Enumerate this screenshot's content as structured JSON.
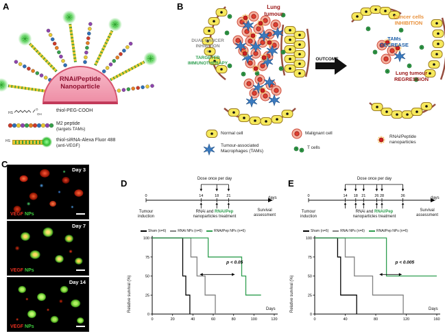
{
  "panel_a": {
    "label": "A",
    "nanoparticle_title": "RNAi/Peptide\nNanoparticle",
    "hs": "HS",
    "legend": [
      {
        "label": "thiol-PEG-COOH",
        "sub": ""
      },
      {
        "label": "M2 peptide",
        "sub": "(targets TAMs)"
      },
      {
        "label": "thiol-siRNA-Alexa Fluor 488",
        "sub": "(anti-VEGF)"
      }
    ]
  },
  "panel_b": {
    "label": "B",
    "lung_tumour": "Lung\ntumour",
    "dual_gray": "DUAL CANCER\nINHIBITION\n+",
    "dual_green": "TARGETED\nIMMUNOTHERAPY",
    "outcome": "OUTCOME",
    "inhibition": "Cancer cells\nINHIBITION",
    "tams_decrease": "TAMs\nDECREASE",
    "regression": "Lung tumour\nREGRESSION",
    "legend": {
      "normal": "Normal cell",
      "malignant": "Malignant cell",
      "tams": "Tumour-associated\nMacrophages (TAMs)",
      "tcells": "T cells",
      "np": "RNAi/Peptide\nnanoparticles"
    },
    "colors": {
      "inhibition": "#e8903a",
      "tams": "#1f5fa8",
      "tumour": "#9a1616",
      "green": "#2e9e4f"
    }
  },
  "panel_c": {
    "label": "C",
    "images": [
      {
        "day": "Day 3"
      },
      {
        "day": "Day 7"
      },
      {
        "day": "Day 14"
      }
    ],
    "vegf": "VEGF",
    "nps": "NPs"
  },
  "panel_d": {
    "label": "D"
  },
  "panel_e": {
    "label": "E"
  },
  "chart_data": [
    {
      "id": "D",
      "type": "line",
      "subtype": "kaplan_meier_step",
      "title": "",
      "xlabel": "Days",
      "ylabel": "Relative survival (%)",
      "xlim": [
        0,
        120
      ],
      "xticks": [
        0,
        20,
        40,
        60,
        80,
        100,
        120
      ],
      "ylim": [
        0,
        100
      ],
      "yticks": [
        0,
        25,
        50,
        75,
        100
      ],
      "grid": false,
      "legend_position": "top",
      "annotation": {
        "text": "p < 0.05",
        "x": 81,
        "y": 66
      },
      "arrow": {
        "x1": 47,
        "x2": 81,
        "y": 52
      },
      "series": [
        {
          "name": "Sham (n=6)",
          "color": "#000000",
          "points": [
            [
              0,
              100
            ],
            [
              30,
              100
            ],
            [
              30,
              50
            ],
            [
              33,
              50
            ],
            [
              33,
              25
            ],
            [
              37,
              25
            ],
            [
              37,
              0
            ]
          ]
        },
        {
          "name": "RNAi NPs (n=6)",
          "color": "#808080",
          "points": [
            [
              0,
              100
            ],
            [
              38,
              100
            ],
            [
              38,
              75
            ],
            [
              44,
              75
            ],
            [
              44,
              50
            ],
            [
              52,
              50
            ],
            [
              52,
              25
            ],
            [
              62,
              25
            ],
            [
              62,
              0
            ]
          ]
        },
        {
          "name": "RNAi/Pep NPs (n=6)",
          "color": "#2e9e4f",
          "points": [
            [
              0,
              100
            ],
            [
              55,
              100
            ],
            [
              55,
              75
            ],
            [
              88,
              75
            ],
            [
              88,
              50
            ],
            [
              92,
              50
            ],
            [
              92,
              25
            ],
            [
              107,
              25
            ]
          ]
        }
      ],
      "timeline": {
        "dose_label": "Dose once per day",
        "days": [
          0,
          14,
          18,
          21
        ],
        "days_unit": "days",
        "induction": "Tumour\ninduction",
        "treatment_pre": "RNAi and ",
        "treatment_green": "RNAi/Pep",
        "treatment_line2": "nanoparticles treatment",
        "survival": "Survival\nassessment"
      }
    },
    {
      "id": "E",
      "type": "line",
      "subtype": "kaplan_meier_step",
      "title": "",
      "xlabel": "Days",
      "ylabel": "Relative survival (%)",
      "xlim": [
        0,
        160
      ],
      "xticks": [
        0,
        40,
        80,
        120,
        160
      ],
      "ylim": [
        0,
        100
      ],
      "yticks": [
        0,
        25,
        50,
        75,
        100
      ],
      "grid": false,
      "legend_position": "top",
      "annotation": {
        "text": "p < 0.005",
        "x": 118,
        "y": 66
      },
      "arrow": {
        "x1": 85,
        "x2": 114,
        "y": 52
      },
      "series": [
        {
          "name": "Sham (n=6)",
          "color": "#000000",
          "points": [
            [
              0,
              100
            ],
            [
              30,
              100
            ],
            [
              30,
              75
            ],
            [
              34,
              75
            ],
            [
              34,
              25
            ],
            [
              55,
              25
            ],
            [
              55,
              0
            ]
          ]
        },
        {
          "name": "RNAi NPs (n=6)",
          "color": "#808080",
          "points": [
            [
              0,
              100
            ],
            [
              40,
              100
            ],
            [
              40,
              75
            ],
            [
              52,
              75
            ],
            [
              52,
              50
            ],
            [
              76,
              50
            ],
            [
              76,
              25
            ],
            [
              116,
              25
            ],
            [
              116,
              0
            ]
          ]
        },
        {
          "name": "RNAi/Pep NPs (n=6)",
          "color": "#2e9e4f",
          "points": [
            [
              0,
              100
            ],
            [
              94,
              100
            ],
            [
              94,
              50
            ],
            [
              160,
              50
            ]
          ]
        }
      ],
      "timeline": {
        "dose_label": "Dose once per day",
        "days": [
          0,
          14,
          18,
          21,
          26,
          28,
          36
        ],
        "days_unit": "days",
        "induction": "Tumour\ninduction",
        "treatment_pre": "RNAi and ",
        "treatment_green": "RNAi/Pep",
        "treatment_line2": "nanoparticles treatment",
        "survival": "Survival\nassessment"
      }
    }
  ]
}
